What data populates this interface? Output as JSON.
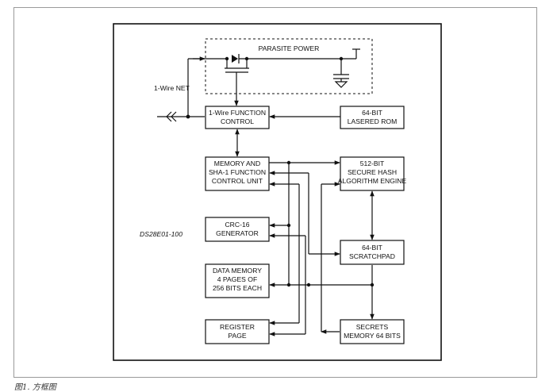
{
  "diagram": {
    "parasite_power": "PARASITE POWER",
    "one_wire_net": "1-Wire NET",
    "part_label": "DS28E01-100",
    "blocks": {
      "function_control": [
        "1-Wire FUNCTION",
        "CONTROL"
      ],
      "lasered_rom": [
        "64-BIT",
        "LASERED ROM"
      ],
      "memory_sha": [
        "MEMORY AND",
        "SHA-1 FUNCTION",
        "CONTROL UNIT"
      ],
      "hash_engine": [
        "512-BIT",
        "SECURE HASH",
        "ALGORITHM ENGINE"
      ],
      "crc16": [
        "CRC-16",
        "GENERATOR"
      ],
      "scratchpad": [
        "64-BIT",
        "SCRATCHPAD"
      ],
      "data_memory": [
        "DATA MEMORY",
        "4 PAGES OF",
        "256 BITS EACH"
      ],
      "register_page": [
        "REGISTER",
        "PAGE"
      ],
      "secrets": [
        "SECRETS",
        "MEMORY 64 BITS"
      ]
    }
  },
  "caption": "图1. 方框图"
}
